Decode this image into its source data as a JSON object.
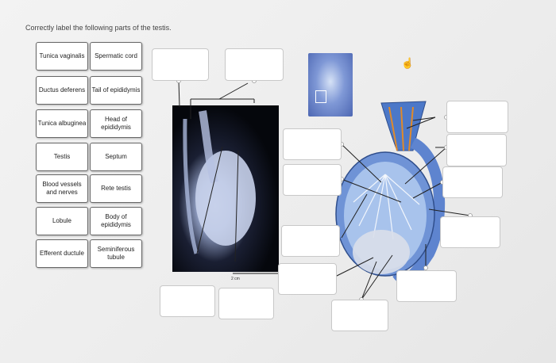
{
  "instruction": "Correctly label the following parts of the testis.",
  "labels": [
    "Tunica vaginalis",
    "Spermatic cord",
    "Ductus deferens",
    "Tail of epididymis",
    "Tunica albuginea",
    "Head of epididymis",
    "Testis",
    "Septum",
    "Blood vessels and nerves",
    "Rete testis",
    "Lobule",
    "Body of epididymis",
    "Efferent ductule",
    "Seminiferous tubule"
  ],
  "scale_text": "2 cm",
  "icons": {
    "cursor": "hand-pointer-icon",
    "dot": "connector-dot-icon"
  }
}
